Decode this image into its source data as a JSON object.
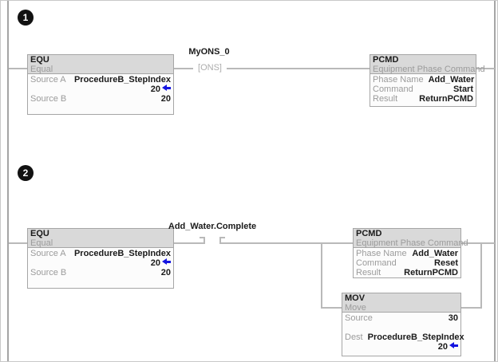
{
  "colors": {
    "wire": "#b9b9b9",
    "rail": "#a5a5a5",
    "block_header_bg": "#d9d9d9",
    "block_border": "#a6a6a6",
    "gray_text": "#9b9b9b",
    "cross_ref_arrow": "#1414e0",
    "rung_number_bg": "#121212"
  },
  "rung1": {
    "number": "1",
    "equ": {
      "mnemonic": "EQU",
      "name": "Equal",
      "source_a_label": "Source A",
      "source_a_tag": "ProcedureB_StepIndex",
      "source_a_value": "20",
      "source_b_label": "Source B",
      "source_b_value": "20"
    },
    "ons": {
      "tag": "MyONS_0",
      "symbol": "[ONS]"
    },
    "pcmd": {
      "mnemonic": "PCMD",
      "name": "Equipment Phase Command",
      "phase_label": "Phase Name",
      "phase_value": "Add_Water",
      "command_label": "Command",
      "command_value": "Start",
      "result_label": "Result",
      "result_value": "ReturnPCMD"
    }
  },
  "rung2": {
    "number": "2",
    "equ": {
      "mnemonic": "EQU",
      "name": "Equal",
      "source_a_label": "Source A",
      "source_a_tag": "ProcedureB_StepIndex",
      "source_a_value": "20",
      "source_b_label": "Source B",
      "source_b_value": "20"
    },
    "contact": {
      "tag": "Add_Water.Complete"
    },
    "pcmd": {
      "mnemonic": "PCMD",
      "name": "Equipment Phase Command",
      "phase_label": "Phase Name",
      "phase_value": "Add_Water",
      "command_label": "Command",
      "command_value": "Reset",
      "result_label": "Result",
      "result_value": "ReturnPCMD"
    },
    "mov": {
      "mnemonic": "MOV",
      "name": "Move",
      "source_label": "Source",
      "source_value": "30",
      "dest_label": "Dest",
      "dest_tag": "ProcedureB_StepIndex",
      "dest_value": "20"
    }
  }
}
